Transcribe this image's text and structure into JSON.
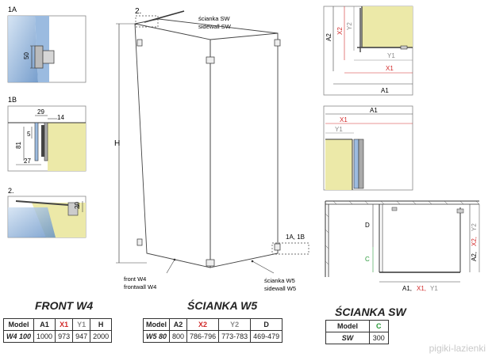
{
  "detail_labels": {
    "d1a": "1A",
    "d1b": "1B",
    "d2": "2.",
    "dim_50": "50",
    "dim_29": "29",
    "dim_14": "14",
    "dim_5": "5",
    "dim_81": "81",
    "dim_27": "27",
    "dim_20": "20"
  },
  "main_drawing": {
    "callout_2": "2.",
    "sidewall_sw_pl": "ścianka SW",
    "sidewall_sw_en": "sidewall SW",
    "height_label": "H",
    "callout_1a1b": "1A, 1B",
    "front_pl": "front W4",
    "front_en": "frontwall W4",
    "sidewall_w5_pl": "ścianka W5",
    "sidewall_w5_en": "sidewall W5"
  },
  "plan_top": {
    "a2": "A2",
    "x2": "X2",
    "y2": "Y2",
    "y1": "Y1",
    "x1": "X1",
    "a1": "A1"
  },
  "plan_mid": {
    "a1": "A1",
    "x1": "X1",
    "y1": "Y1"
  },
  "elevation": {
    "d": "D",
    "c": "C",
    "a2": "A2,",
    "x2": "X2,",
    "y2": "Y2",
    "a1": "A1,",
    "x1": "X1,",
    "y1": "Y1"
  },
  "tables": {
    "front": {
      "title": "FRONT W4",
      "headers": [
        "Model",
        "A1",
        "X1",
        "Y1",
        "H"
      ],
      "row": [
        "W4 100",
        "1000",
        "973",
        "947",
        "2000"
      ]
    },
    "w5": {
      "title": "ŚCIANKA W5",
      "headers": [
        "Model",
        "A2",
        "X2",
        "Y2",
        "D"
      ],
      "row": [
        "W5 80",
        "800",
        "786-796",
        "773-783",
        "469-479"
      ]
    },
    "sw": {
      "title": "ŚCIANKA SW",
      "headers": [
        "Model",
        "C"
      ],
      "row": [
        "SW",
        "300"
      ]
    }
  },
  "watermark": "pigiki-lazienki",
  "colors": {
    "glass": "#7fa3cf",
    "wall": "#ece9a8",
    "red": "#d12a2a",
    "grey": "#8a8a8a",
    "green": "#2a9a3a"
  }
}
